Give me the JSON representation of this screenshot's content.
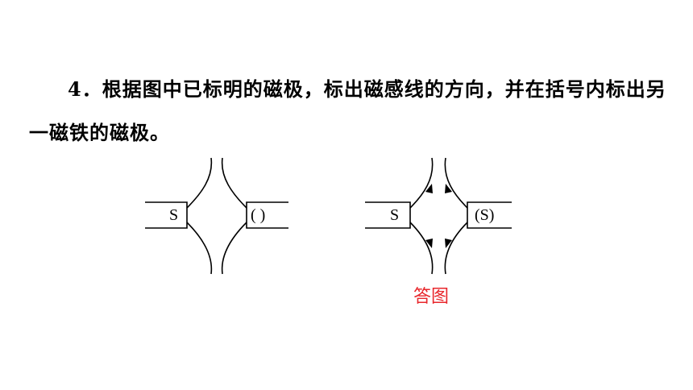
{
  "question": {
    "number": "4．",
    "text": "根据图中已标明的磁极，标出磁感线的方向，并在括号内标出另一磁铁的磁极。"
  },
  "figure_left": {
    "left_magnet_pole": "S",
    "right_magnet_pole": "(  )"
  },
  "figure_right": {
    "left_magnet_pole": "S",
    "right_magnet_pole": "(S)",
    "caption": "答图"
  },
  "colors": {
    "text": "#000000",
    "caption": "#e8262b"
  }
}
